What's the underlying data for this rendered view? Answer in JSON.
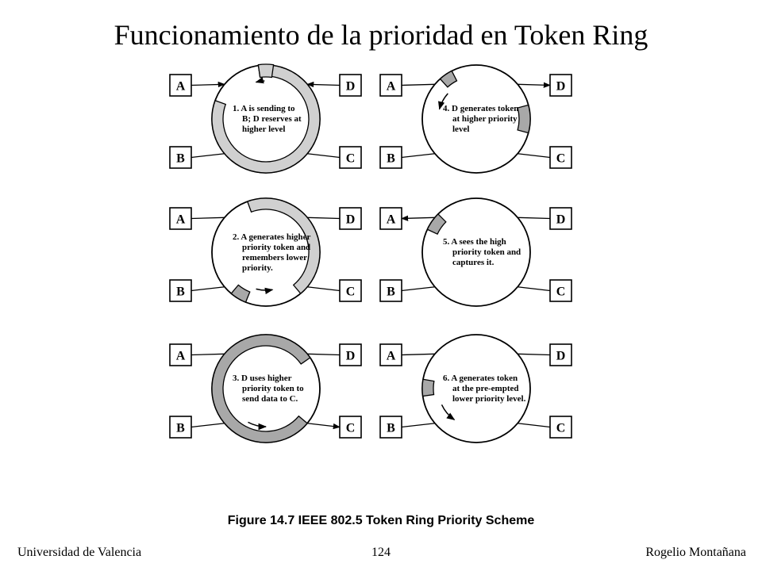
{
  "title": "Funcionamiento  de la prioridad  en Token Ring",
  "colors": {
    "ring_stroke": "#000000",
    "light_frame": "#d0d0d0",
    "dark_frame": "#a8a8a8"
  },
  "panels": [
    {
      "id": "p1",
      "stations": [
        "A",
        "B",
        "C",
        "D"
      ],
      "text": [
        "1. A is sending to",
        "B; D reserves at",
        "higher level"
      ]
    },
    {
      "id": "p2",
      "stations": [
        "A",
        "B",
        "C",
        "D"
      ],
      "text": [
        "2. A generates higher",
        "priority token and",
        "remembers lower",
        "priority."
      ]
    },
    {
      "id": "p3",
      "stations": [
        "A",
        "B",
        "C",
        "D"
      ],
      "text": [
        "3. D uses higher",
        "priority token to",
        "send data to C."
      ]
    },
    {
      "id": "p4",
      "stations": [
        "A",
        "B",
        "C",
        "D"
      ],
      "text": [
        "4. D generates token",
        "at higher priority",
        "level"
      ]
    },
    {
      "id": "p5",
      "stations": [
        "A",
        "B",
        "C",
        "D"
      ],
      "text": [
        "5. A sees the high",
        "priority token and",
        "captures it."
      ]
    },
    {
      "id": "p6",
      "stations": [
        "A",
        "B",
        "C",
        "D"
      ],
      "text": [
        "6. A generates token",
        "at the pre-empted",
        "lower priority level."
      ]
    }
  ],
  "caption": "Figure 14.7  IEEE 802.5 Token Ring Priority Scheme",
  "footer": {
    "left": "Universidad de Valencia",
    "center": "124",
    "right": "Rogelio Montañana"
  }
}
